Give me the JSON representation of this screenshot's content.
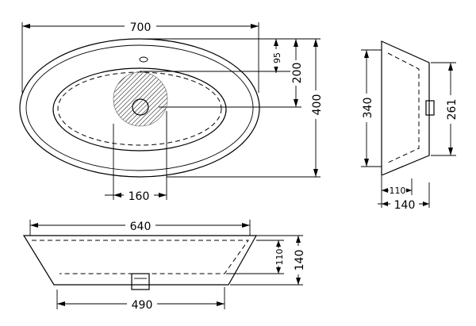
{
  "dimensions": {
    "top_width": "700",
    "top_height": "400",
    "top_offset_95": "95",
    "top_offset_200": "200",
    "top_drain_width": "160",
    "side_height": "340",
    "side_inner_height": "261",
    "side_drain_depth": "110",
    "side_depth": "140",
    "front_top_width": "640",
    "front_bottom_width": "490",
    "front_inner_depth": "110",
    "front_depth": "140"
  }
}
